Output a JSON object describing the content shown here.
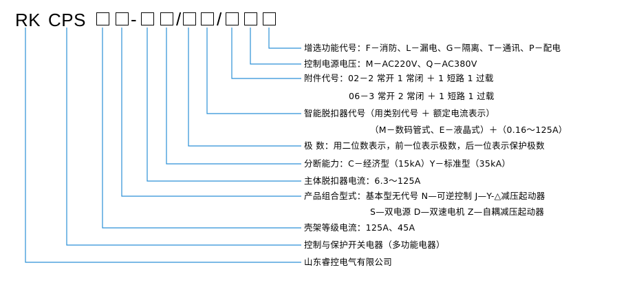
{
  "code": {
    "prefix1": "RK",
    "prefix2": "CPS",
    "sep_dash": "-",
    "sep_slash1": "/",
    "sep_slash2": "/"
  },
  "labels": {
    "accessory_function": "增选功能代号：F－消防、L－漏电、G－隔离、T－通讯、P－配电",
    "control_voltage": "控制电源电压：M－AC220V、Q－AC380V",
    "attachment_code_1": "附件代号：02－2 常开 1 常闭 ＋ 1 短路 1 过载",
    "attachment_code_2": "06－3 常开 2 常闭 ＋ 1 短路 1 过载",
    "trip_unit_code_1": "智能脱扣器代号（用类别代号 ＋ 额定电流表示）",
    "trip_unit_code_2": "（M－数码管式、E－液晶式）＋（0.16～125A）",
    "poles": "极 数：用二位数表示，前一位表示极数，后一位表示保护极数",
    "breaking_capacity": "分断能力：C－经济型（15kA）Y－标准型（35kA）",
    "main_trip_current": "主体脱扣器电流：6.3～125A",
    "combination_1": "产品组合型式：基本型无代号 N—可逆控制 J—Y-△减压起动器",
    "combination_2": "S—双电源 D—双速电机 Z—自耦减压起动器",
    "frame_current": "壳架等级电流：125A、45A",
    "product_name": "控制与保护开关电器（多功能电器）",
    "manufacturer": "山东睿控电气有限公司"
  },
  "colors": {
    "line": "#2a8fd6",
    "text": "#000000"
  }
}
